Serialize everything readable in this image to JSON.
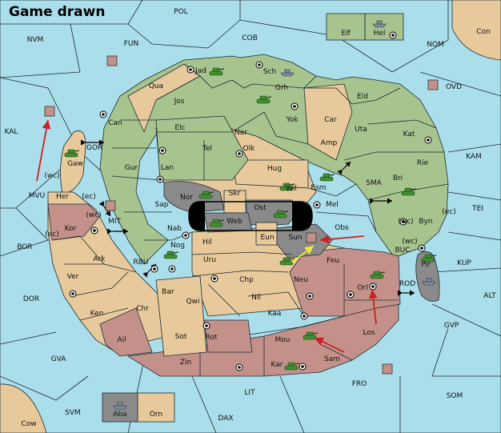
{
  "title": "Game drawn",
  "colors": {
    "sea": "#aadeea",
    "green": "#a7c48e",
    "tan": "#e8c99b",
    "rose": "#c4918a",
    "gray": "#8a8a8a",
    "move_red": "#cc1f1f",
    "move_yellow": "#f2e83a"
  },
  "sea_labels": [
    "POL",
    "NVM",
    "FUN",
    "COB",
    "NOM",
    "Con",
    "OVD",
    "KAL",
    "GOR",
    "MVU",
    "KAM",
    "SMA",
    "MIT",
    "TEI",
    "BOR",
    "RBU",
    "BUC",
    "KUP",
    "ROD",
    "DOR",
    "ALT",
    "GVP",
    "GVA",
    "FRO",
    "SOM",
    "LIT",
    "SVM",
    "Cow",
    "DAX"
  ],
  "land_labels": {
    "green": [
      "Jad",
      "Sch",
      "Qua",
      "Grh",
      "Jos",
      "Eld",
      "Can",
      "Yok",
      "Uta",
      "Kat",
      "Tel",
      "Gur",
      "Lan",
      "Rie",
      "Esm",
      "Bri",
      "Sap",
      "Byn",
      "Nab",
      "Mel",
      "Nog",
      "Obs",
      "Elf",
      "Hel"
    ],
    "tan": [
      "Car",
      "Elc",
      "Nar",
      "Olk",
      "Amp",
      "Hug",
      "Gaw",
      "Her",
      "Wil",
      "Hil",
      "Uru",
      "Chp",
      "Bar",
      "Qwi",
      "Nil",
      "Sot",
      "Eun",
      "Ark",
      "Ver",
      "Ken",
      "Chr",
      "Orn"
    ],
    "rose": [
      "Kor",
      "Feu",
      "Neu",
      "Orl",
      "Kaa",
      "Ail",
      "Rot",
      "Mou",
      "Los",
      "Zin",
      "Sam",
      "Kar"
    ],
    "gray": [
      "Nor",
      "Skr",
      "Ost",
      "Web",
      "Sun",
      "Pir",
      "Aba"
    ]
  },
  "coast_labels": [
    "(wc)",
    "(ec)",
    "(wc)",
    "(ec)",
    "(wc)",
    "(ec)",
    "(wc)"
  ],
  "units": [
    {
      "kind": "army",
      "at": "Jad"
    },
    {
      "kind": "fleet",
      "at": "Sch"
    },
    {
      "kind": "army",
      "at": "Grh"
    },
    {
      "kind": "army",
      "at": "Gaw"
    },
    {
      "kind": "army",
      "at": "Nor"
    },
    {
      "kind": "army",
      "at": "Web"
    },
    {
      "kind": "army",
      "at": "Ost"
    },
    {
      "kind": "army",
      "at": "Wil"
    },
    {
      "kind": "army",
      "at": "Esm"
    },
    {
      "kind": "army",
      "at": "Bri"
    },
    {
      "kind": "army",
      "at": "Byn"
    },
    {
      "kind": "army",
      "at": "Nog"
    },
    {
      "kind": "army",
      "at": "Feu"
    },
    {
      "kind": "army",
      "at": "Orl"
    },
    {
      "kind": "army",
      "at": "Mou"
    },
    {
      "kind": "army",
      "at": "Kar"
    },
    {
      "kind": "fleet",
      "at": "Hel"
    },
    {
      "kind": "fleet",
      "at": "Aba"
    },
    {
      "kind": "fleet",
      "at": "Pir"
    }
  ]
}
